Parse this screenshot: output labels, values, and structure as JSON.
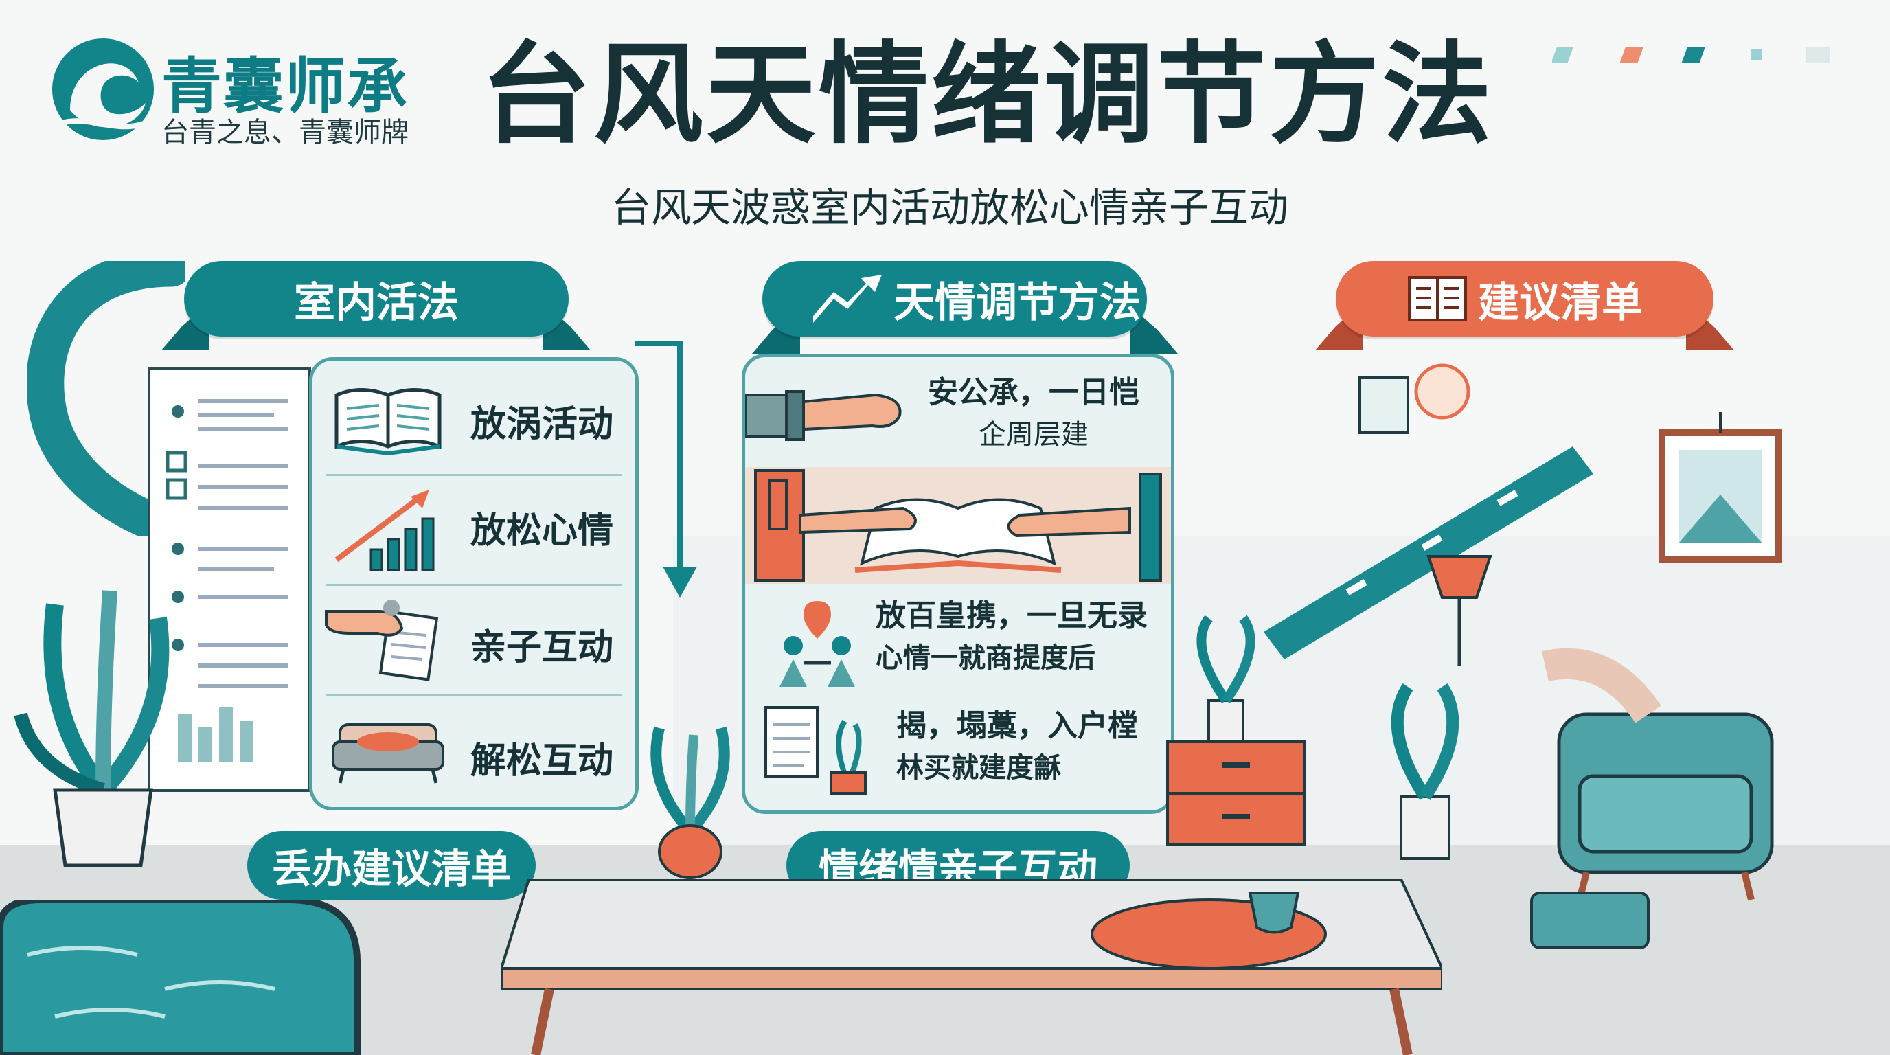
{
  "brand": {
    "name": "青囊师承",
    "slogan": "台青之息、青囊师牌"
  },
  "title": "台风天情绪调节方法",
  "subtitle": "台风天波惑室内活动放松心情亲子互动",
  "sections": {
    "left": {
      "ribbon": "室内活法",
      "items": [
        {
          "label": "放涡活动",
          "icon": "open-book-icon"
        },
        {
          "label": "放松心情",
          "icon": "growth-chart-icon"
        },
        {
          "label": "亲子互动",
          "icon": "hand-paper-icon"
        },
        {
          "label": "解松互动",
          "icon": "sofa-icon"
        }
      ],
      "pill": "丢办建议清单"
    },
    "middle": {
      "ribbon": "天情调节方法",
      "rows": [
        {
          "line1": "安公承，一日恺",
          "line2": "企周层建"
        },
        {
          "line1": "放百皇携，一旦无录",
          "line2": "心情一就商提度后"
        },
        {
          "line1": "揭，塌藁，入户樘",
          "line2": "林买就建度龢"
        }
      ],
      "pill": "情绪情亲子互动"
    },
    "right": {
      "ribbon": "建议清单",
      "icon": "document-icon"
    }
  },
  "colors": {
    "teal": "#12858b",
    "orange": "#e86d4c",
    "dark": "#173236"
  }
}
